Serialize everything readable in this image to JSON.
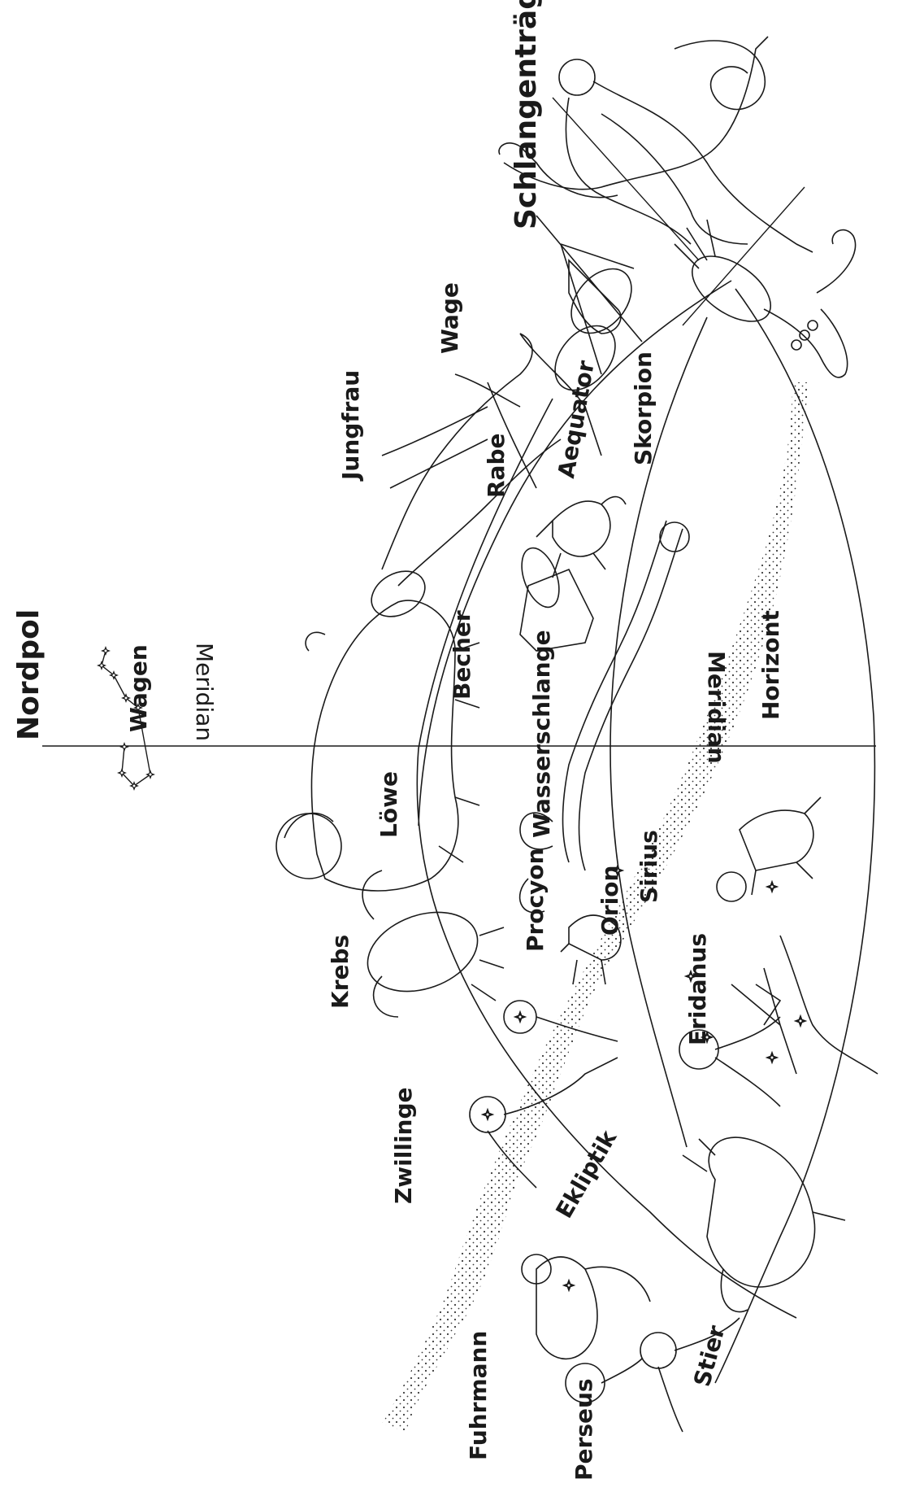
{
  "colors": {
    "ink": "#1a1a1a",
    "paper": "#ffffff"
  },
  "labels": {
    "nordpol": "Nordpol",
    "wagen": "Wagen",
    "meridian_top": "Meridian",
    "meridian_bottom": "Meridian",
    "horizont": "Horizont",
    "ekliptik": "Ekliptik",
    "aequator": "Aequator",
    "schlangentraeger": "Schlangenträger",
    "wage": "Wage",
    "jungfrau": "Jungfrau",
    "rabe": "Rabe",
    "skorpion": "Skorpion",
    "becher": "Becher",
    "wasserschlange": "Wasserschlange",
    "loewe": "Löwe",
    "procyon": "Procyon",
    "krebs": "Krebs",
    "orion": "Orion",
    "sirius": "Sirius",
    "eridanus": "Eridanus",
    "zwillinge": "Zwillinge",
    "fuhrmann": "Fuhrmann",
    "perseus": "Perseus",
    "stier": "Stier"
  },
  "figures": [
    "schlangentraeger-figure",
    "skorpion-figure",
    "wage-figure",
    "jungfrau-figure",
    "rabe-figure",
    "becher-figure",
    "wasserschlange-figure",
    "loewe-figure",
    "procyon-figure",
    "krebs-figure",
    "zwillinge-figure",
    "orion-figure",
    "sirius-figure",
    "stier-figure",
    "fuhrmann-figure",
    "perseus-figure"
  ]
}
